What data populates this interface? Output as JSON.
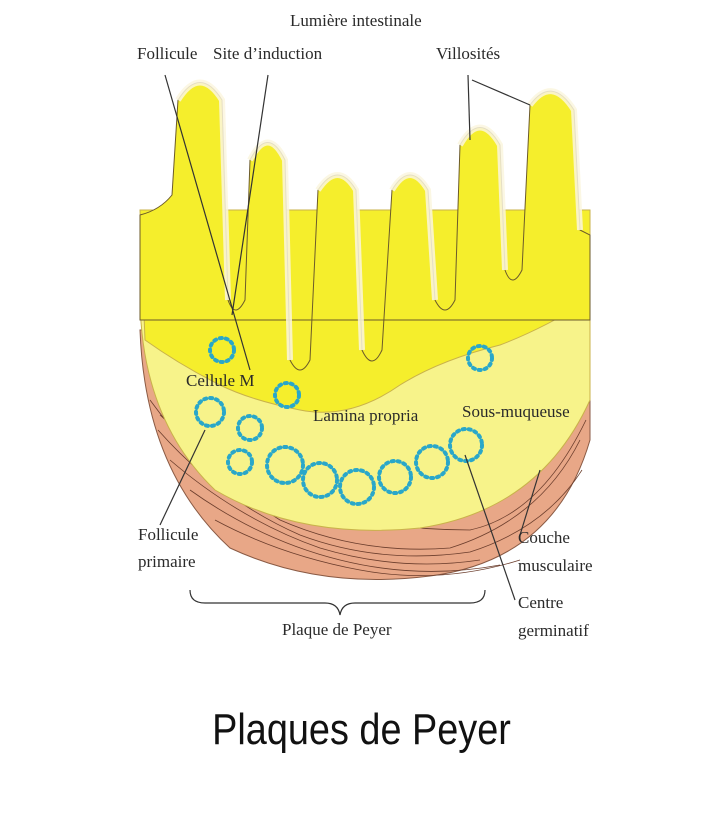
{
  "diagram": {
    "labels": {
      "lumen": "Lumière intestinale",
      "follicule": "Follicule",
      "site_induction": "Site d’induction",
      "villosites": "Villosités",
      "cellule_m": "Cellule M",
      "lamina_propria": "Lamina propria",
      "sous_muqueuse": "Sous-muqueuse",
      "follicule_primaire_1": "Follicule",
      "follicule_primaire_2": "primaire",
      "couche_musculaire_1": "Couche",
      "couche_musculaire_2": "musculaire",
      "centre_germinatif_1": "Centre",
      "centre_germinatif_2": "germinatif",
      "plaque_de_peyer": "Plaque de Peyer"
    },
    "colors": {
      "mucosa": "#f5ee2c",
      "submucosa": "#f7f38a",
      "muscle": "#e8a787",
      "epithelium": "#fbf6df",
      "follicle_dots": "#2aa7c9"
    }
  },
  "caption": "Plaques de Peyer"
}
